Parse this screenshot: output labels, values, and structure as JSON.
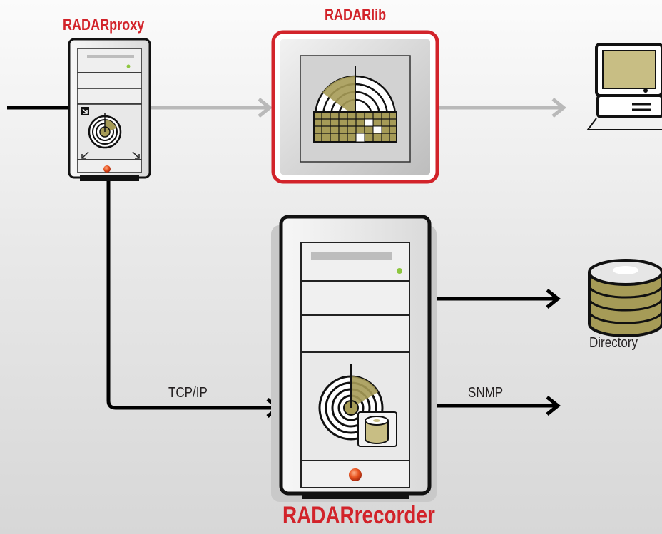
{
  "labels": {
    "proxy": "RADARproxy",
    "lib": "RADARlib",
    "recorder": "RADARrecorder",
    "directory": "Directory",
    "tcpip": "TCP/IP",
    "snmp": "SNMP"
  },
  "colors": {
    "brand_red": "#d2232a",
    "radar_olive": "#a69b57",
    "radar_cream": "#d7cf9a",
    "arrow_gray": "#b9b9b9",
    "arrow_black": "#000000"
  }
}
